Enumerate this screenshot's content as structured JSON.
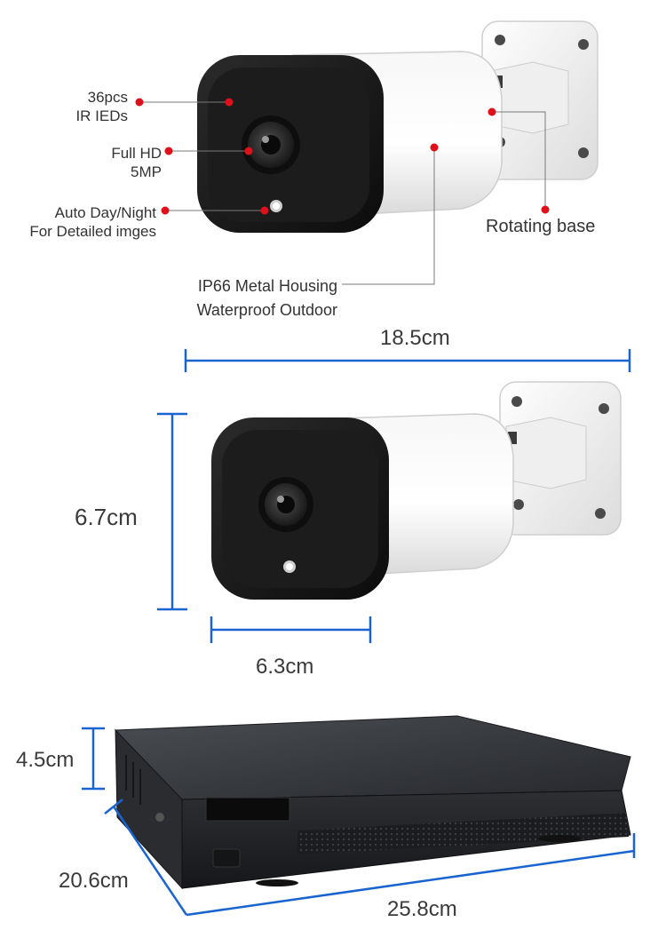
{
  "callouts": {
    "ir_leds": [
      "36pcs",
      "IR IEDs"
    ],
    "full_hd": [
      "Full HD",
      "5MP"
    ],
    "day_night": [
      "Auto Day/Night",
      "For Detailed imges"
    ],
    "housing": [
      "IP66 Metal Housing",
      "Waterproof Outdoor"
    ],
    "base": "Rotating base"
  },
  "dimensions": {
    "camera_length": "18.5cm",
    "camera_height": "6.7cm",
    "camera_width": "6.3cm",
    "nvr_height": "4.5cm",
    "nvr_depth": "20.6cm",
    "nvr_width": "25.8cm"
  },
  "colors": {
    "dimension_line": "#1a64d0",
    "callout_dot": "#e0101a",
    "leader_line": "#7a7a7a"
  }
}
